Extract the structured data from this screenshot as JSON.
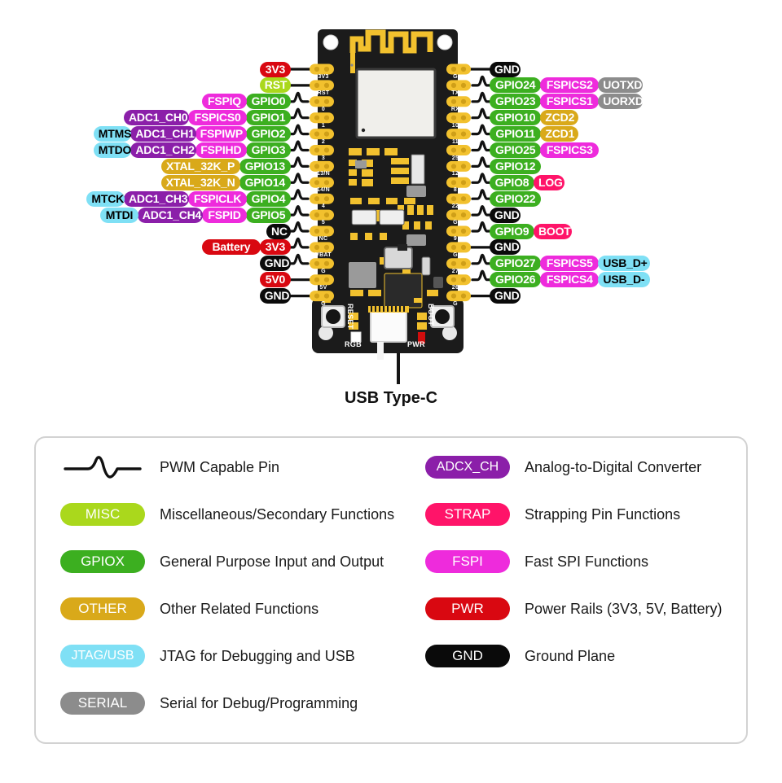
{
  "title": "ESP32 Board Pinout Diagram",
  "usb_caption": "USB Type-C",
  "colors": {
    "pwr": "#D90811",
    "misc": "#AAD81C",
    "gpio": "#3CAF20",
    "fspi": "#EE2BDC",
    "adc": "#8B1FA9",
    "jtag": "#7FE0F5",
    "other": "#D9A91A",
    "gnd": "#0A0A0A",
    "strap": "#FF1469",
    "serial": "#8C8C8C",
    "board": "#1b1b1b",
    "pad": "#F2C12E",
    "legend_border": "#d2d2d2"
  },
  "board": {
    "silkscreen_left": [
      "3V3",
      "RST",
      "0",
      "1",
      "2",
      "3",
      "13/N",
      "14/N",
      "4",
      "5",
      "NC",
      "VBAT",
      "G",
      "5V",
      "G"
    ],
    "silkscreen_right": [
      "G",
      "TX",
      "RX",
      "10",
      "11",
      "25",
      "12",
      "8",
      "22",
      "G",
      "9",
      "G",
      "27",
      "26",
      "G"
    ],
    "buttons": [
      "RESET",
      "BOOT"
    ],
    "leds": [
      "RGB",
      "PWR"
    ]
  },
  "left_pins": [
    {
      "pwm": false,
      "labels": [
        {
          "text": "3V3",
          "cls": "c-pwr"
        }
      ]
    },
    {
      "pwm": false,
      "labels": [
        {
          "text": "RST",
          "cls": "c-misc"
        }
      ]
    },
    {
      "pwm": true,
      "labels": [
        {
          "text": "FSPIQ",
          "cls": "c-fspi"
        },
        {
          "text": "GPIO0",
          "cls": "c-gpio"
        }
      ]
    },
    {
      "pwm": true,
      "labels": [
        {
          "text": "ADC1_CH0",
          "cls": "c-adc"
        },
        {
          "text": "FSPICS0",
          "cls": "c-fspi"
        },
        {
          "text": "GPIO1",
          "cls": "c-gpio"
        }
      ]
    },
    {
      "pwm": true,
      "labels": [
        {
          "text": "MTMS",
          "cls": "c-jtag"
        },
        {
          "text": "ADC1_CH1",
          "cls": "c-adc"
        },
        {
          "text": "FSPIWP",
          "cls": "c-fspi"
        },
        {
          "text": "GPIO2",
          "cls": "c-gpio"
        }
      ]
    },
    {
      "pwm": true,
      "labels": [
        {
          "text": "MTDO",
          "cls": "c-jtag"
        },
        {
          "text": "ADC1_CH2",
          "cls": "c-adc"
        },
        {
          "text": "FSPIHD",
          "cls": "c-fspi"
        },
        {
          "text": "GPIO3",
          "cls": "c-gpio"
        }
      ]
    },
    {
      "pwm": true,
      "labels": [
        {
          "text": "XTAL_32K_P",
          "cls": "c-other"
        },
        {
          "text": "GPIO13",
          "cls": "c-gpio"
        }
      ]
    },
    {
      "pwm": true,
      "labels": [
        {
          "text": "XTAL_32K_N",
          "cls": "c-other"
        },
        {
          "text": "GPIO14",
          "cls": "c-gpio"
        }
      ]
    },
    {
      "pwm": true,
      "labels": [
        {
          "text": "MTCK",
          "cls": "c-jtag"
        },
        {
          "text": "ADC1_CH3",
          "cls": "c-adc"
        },
        {
          "text": "FSPICLK",
          "cls": "c-fspi"
        },
        {
          "text": "GPIO4",
          "cls": "c-gpio"
        }
      ]
    },
    {
      "pwm": true,
      "labels": [
        {
          "text": "MTDI",
          "cls": "c-jtag"
        },
        {
          "text": "ADC1_CH4",
          "cls": "c-adc"
        },
        {
          "text": "FSPID",
          "cls": "c-fspi"
        },
        {
          "text": "GPIO5",
          "cls": "c-gpio"
        }
      ]
    },
    {
      "pwm": true,
      "labels": [
        {
          "text": "NC",
          "cls": "c-gnd"
        }
      ]
    },
    {
      "pwm": true,
      "labels": [
        {
          "text": "Battery",
          "cls": "c-pwr"
        },
        {
          "text": "3V3",
          "cls": "c-pwr"
        }
      ]
    },
    {
      "pwm": true,
      "labels": [
        {
          "text": "GND",
          "cls": "c-gnd"
        }
      ]
    },
    {
      "pwm": false,
      "labels": [
        {
          "text": "5V0",
          "cls": "c-pwr"
        }
      ]
    },
    {
      "pwm": false,
      "labels": [
        {
          "text": "GND",
          "cls": "c-gnd"
        }
      ]
    }
  ],
  "right_pins": [
    {
      "pwm": false,
      "labels": [
        {
          "text": "GND",
          "cls": "c-gnd"
        }
      ]
    },
    {
      "pwm": true,
      "labels": [
        {
          "text": "GPIO24",
          "cls": "c-gpio"
        },
        {
          "text": "FSPICS2",
          "cls": "c-fspi"
        },
        {
          "text": "UOTXD",
          "cls": "c-serial"
        }
      ]
    },
    {
      "pwm": true,
      "labels": [
        {
          "text": "GPIO23",
          "cls": "c-gpio"
        },
        {
          "text": "FSPICS1",
          "cls": "c-fspi"
        },
        {
          "text": "UORXD",
          "cls": "c-serial"
        }
      ]
    },
    {
      "pwm": true,
      "labels": [
        {
          "text": "GPIO10",
          "cls": "c-gpio"
        },
        {
          "text": "ZCD2",
          "cls": "c-other"
        }
      ]
    },
    {
      "pwm": true,
      "labels": [
        {
          "text": "GPIO11",
          "cls": "c-gpio"
        },
        {
          "text": "ZCD1",
          "cls": "c-other"
        }
      ]
    },
    {
      "pwm": true,
      "labels": [
        {
          "text": "GPIO25",
          "cls": "c-gpio"
        },
        {
          "text": "FSPICS3",
          "cls": "c-fspi"
        }
      ]
    },
    {
      "pwm": true,
      "labels": [
        {
          "text": "GPIO12",
          "cls": "c-gpio"
        }
      ]
    },
    {
      "pwm": true,
      "labels": [
        {
          "text": "GPIO8",
          "cls": "c-gpio"
        },
        {
          "text": "LOG",
          "cls": "c-strap"
        }
      ]
    },
    {
      "pwm": true,
      "labels": [
        {
          "text": "GPIO22",
          "cls": "c-gpio"
        }
      ]
    },
    {
      "pwm": true,
      "labels": [
        {
          "text": "GND",
          "cls": "c-gnd"
        }
      ]
    },
    {
      "pwm": true,
      "labels": [
        {
          "text": "GPIO9",
          "cls": "c-gpio"
        },
        {
          "text": "BOOT",
          "cls": "c-strap"
        }
      ]
    },
    {
      "pwm": false,
      "labels": [
        {
          "text": "GND",
          "cls": "c-gnd"
        }
      ]
    },
    {
      "pwm": true,
      "labels": [
        {
          "text": "GPIO27",
          "cls": "c-gpio"
        },
        {
          "text": "FSPICS5",
          "cls": "c-fspi"
        },
        {
          "text": "USB_D+",
          "cls": "c-usb"
        }
      ]
    },
    {
      "pwm": true,
      "labels": [
        {
          "text": "GPIO26",
          "cls": "c-gpio"
        },
        {
          "text": "FSPICS4",
          "cls": "c-fspi"
        },
        {
          "text": "USB_D-",
          "cls": "c-usb"
        }
      ]
    },
    {
      "pwm": false,
      "labels": [
        {
          "text": "GND",
          "cls": "c-gnd"
        }
      ]
    }
  ],
  "legend": {
    "left_column": [
      {
        "chip": "",
        "icon": "pwm-wave-icon",
        "text": "PWM Capable Pin",
        "cls": ""
      },
      {
        "chip": "MISC",
        "text": "Miscellaneous/Secondary Functions",
        "cls": "c-misc"
      },
      {
        "chip": "GPIOX",
        "text": "General Purpose Input and Output",
        "cls": "c-gpio"
      },
      {
        "chip": "OTHER",
        "text": "Other Related Functions",
        "cls": "c-other"
      },
      {
        "chip": "JTAG/USB",
        "text": "JTAG for Debugging and USB",
        "cls": "c-jtag"
      },
      {
        "chip": "SERIAL",
        "text": "Serial for Debug/Programming",
        "cls": "c-serial"
      }
    ],
    "right_column": [
      {
        "chip": "ADCX_CH",
        "text": "Analog-to-Digital Converter",
        "cls": "c-adc"
      },
      {
        "chip": "STRAP",
        "text": "Strapping Pin Functions",
        "cls": "c-strap"
      },
      {
        "chip": "FSPI",
        "text": "Fast SPI Functions",
        "cls": "c-fspi"
      },
      {
        "chip": "PWR",
        "text": "Power Rails (3V3, 5V, Battery)",
        "cls": "c-pwr"
      },
      {
        "chip": "GND",
        "text": "Ground Plane",
        "cls": "c-gnd"
      }
    ]
  }
}
